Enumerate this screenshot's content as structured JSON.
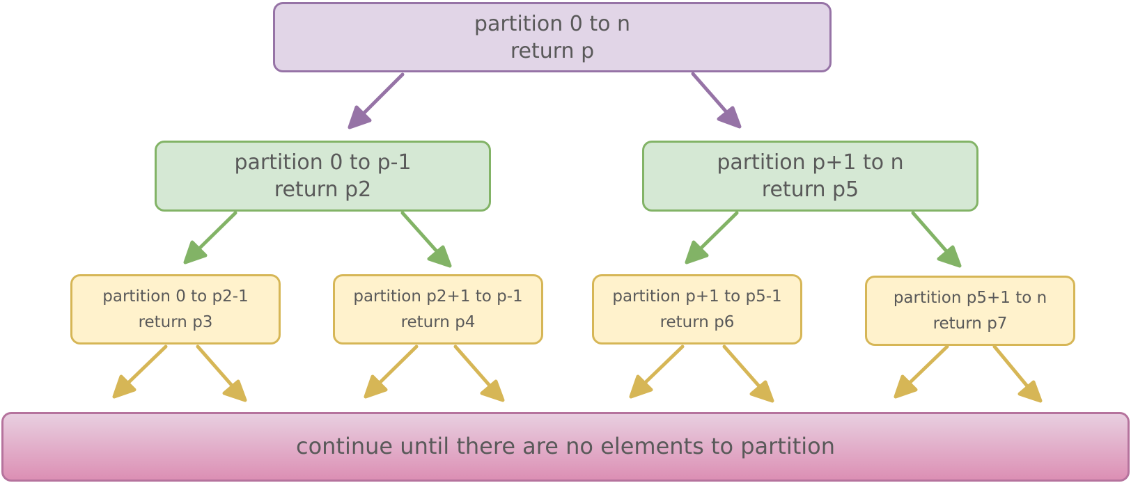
{
  "diagram": {
    "root": {
      "line1": "partition 0 to n",
      "line2": "return p"
    },
    "level2": [
      {
        "line1": "partition 0 to p-1",
        "line2": "return p2"
      },
      {
        "line1": "partition p+1 to n",
        "line2": "return p5"
      }
    ],
    "level3": [
      {
        "line1": "partition 0 to p2-1",
        "line2": "return p3"
      },
      {
        "line1": "partition p2+1 to p-1",
        "line2": "return p4"
      },
      {
        "line1": "partition p+1 to p5-1",
        "line2": "return p6"
      },
      {
        "line1": "partition p5+1 to n",
        "line2": "return p7"
      }
    ],
    "footer": "continue until there are no elements to partition",
    "colors": {
      "root_fill": "#e1d5e7",
      "root_stroke": "#9673a6",
      "level2_fill": "#d5e8d4",
      "level2_stroke": "#82b366",
      "level3_fill": "#fff2cc",
      "level3_stroke": "#d6b656",
      "footer_fill_top": "#e8cfe0",
      "footer_fill_bottom": "#dc8fb4",
      "footer_stroke": "#b5739d",
      "text": "#595959"
    }
  }
}
